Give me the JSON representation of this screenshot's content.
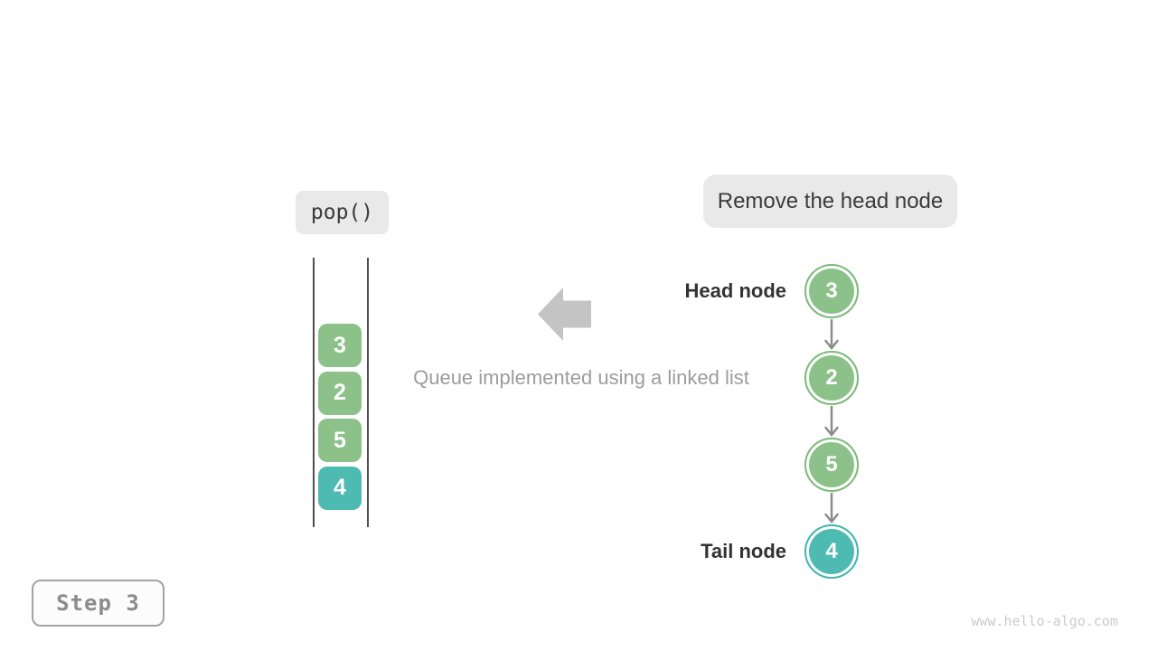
{
  "page": {
    "step_label": "Step 3",
    "watermark": "www.hello-algo.com",
    "background": "#ffffff"
  },
  "operation": {
    "label": "pop()",
    "annotation": "Remove the head node",
    "caption": "Queue implemented using a linked list"
  },
  "queue_stack": {
    "items": [
      {
        "value": "3",
        "color": "#8cc18a"
      },
      {
        "value": "2",
        "color": "#8cc18a"
      },
      {
        "value": "5",
        "color": "#8cc18a"
      },
      {
        "value": "4",
        "color": "#4dbbb2"
      }
    ]
  },
  "linked_list": {
    "head_label": "Head node",
    "tail_label": "Tail node",
    "nodes": [
      {
        "value": "3",
        "fill": "#8cc18a",
        "ring": "#7cba7a"
      },
      {
        "value": "2",
        "fill": "#8cc18a",
        "ring": "#7cba7a"
      },
      {
        "value": "5",
        "fill": "#8cc18a",
        "ring": "#7cba7a"
      },
      {
        "value": "4",
        "fill": "#4dbbb2",
        "ring": "#41b6ab"
      }
    ]
  },
  "colors": {
    "chip_bg": "#e9e9e9",
    "chip_text": "#3b3b3b",
    "caption_text": "#9c9c9c",
    "label_text": "#333333",
    "wall": "#4e4e4e",
    "node_arrow": "#8c8c8c",
    "big_arrow": "#c4c4c4",
    "step_border": "#a3a3a3",
    "step_text": "#8c8c8c",
    "watermark_text": "#cbcbcb"
  }
}
